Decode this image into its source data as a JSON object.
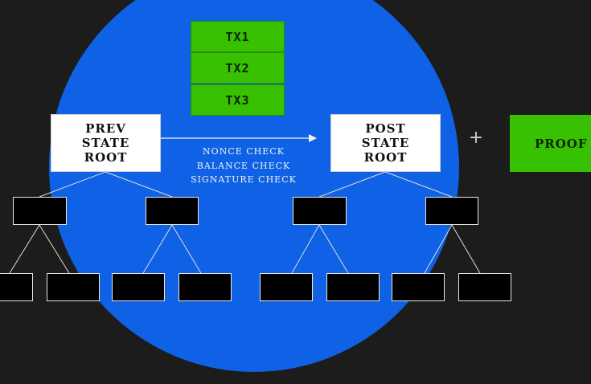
{
  "transactions": [
    "TX1",
    "TX2",
    "TX3"
  ],
  "prev_root": [
    "PREV",
    "STATE",
    "ROOT"
  ],
  "post_root": [
    "POST",
    "STATE",
    "ROOT"
  ],
  "checks": [
    "NONCE CHECK",
    "BALANCE CHECK",
    "SIGNATURE CHECK"
  ],
  "plus_symbol": "+",
  "proof_label": "PROOF",
  "colors": {
    "background": "#1c1c1c",
    "circle": "#0f62e6",
    "tx_green": "#37c100",
    "node_fill": "#000000",
    "line": "#e8e8e8"
  }
}
